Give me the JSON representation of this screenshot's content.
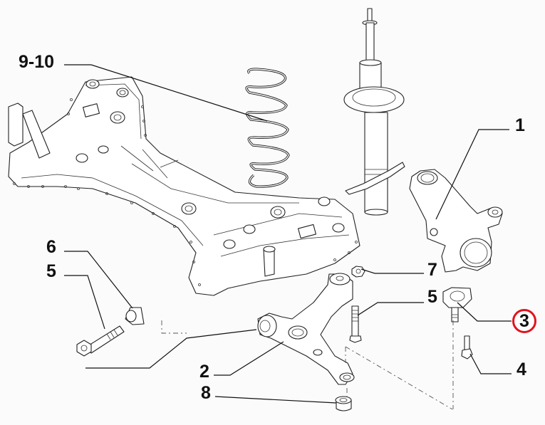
{
  "diagram": {
    "type": "exploded-parts-diagram",
    "subject": "front suspension assembly",
    "highlight_color": "#e0141e",
    "line_color": "#111111",
    "background": "#fbfbfb",
    "callouts": [
      {
        "id": "c910",
        "label": "9-10",
        "part": "coil spring"
      },
      {
        "id": "c1",
        "label": "1",
        "part": "steering knuckle"
      },
      {
        "id": "c6",
        "label": "6",
        "part": "bushing insert"
      },
      {
        "id": "c5a",
        "label": "5",
        "part": "bolt"
      },
      {
        "id": "c7",
        "label": "7",
        "part": "nut"
      },
      {
        "id": "c5b",
        "label": "5",
        "part": "bolt"
      },
      {
        "id": "c3",
        "label": "3",
        "part": "ball joint",
        "highlighted": true
      },
      {
        "id": "c2",
        "label": "2",
        "part": "control arm"
      },
      {
        "id": "c4",
        "label": "4",
        "part": "screw"
      },
      {
        "id": "c8",
        "label": "8",
        "part": "bushing"
      }
    ]
  }
}
